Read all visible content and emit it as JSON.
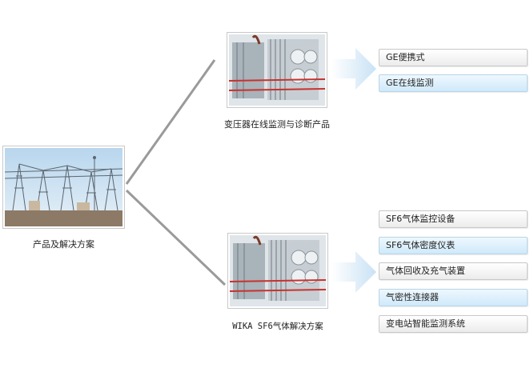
{
  "root": {
    "caption": "产品及解决方案"
  },
  "branches": [
    {
      "caption": "变压器在线监测与诊断产品",
      "items": [
        "GE便携式",
        "GE在线监测"
      ]
    },
    {
      "caption": "WIKA SF6气体解决方案",
      "items": [
        "SF6气体监控设备",
        "SF6气体密度仪表",
        "气体回收及充气装置",
        "气密性连接器",
        "变电站智能监测系统"
      ]
    }
  ],
  "colors": {
    "connector": "#9a9a9a",
    "arrow": "#cfe6f7",
    "button_gray": "#efefef",
    "button_blue": "#d6ecfb"
  }
}
